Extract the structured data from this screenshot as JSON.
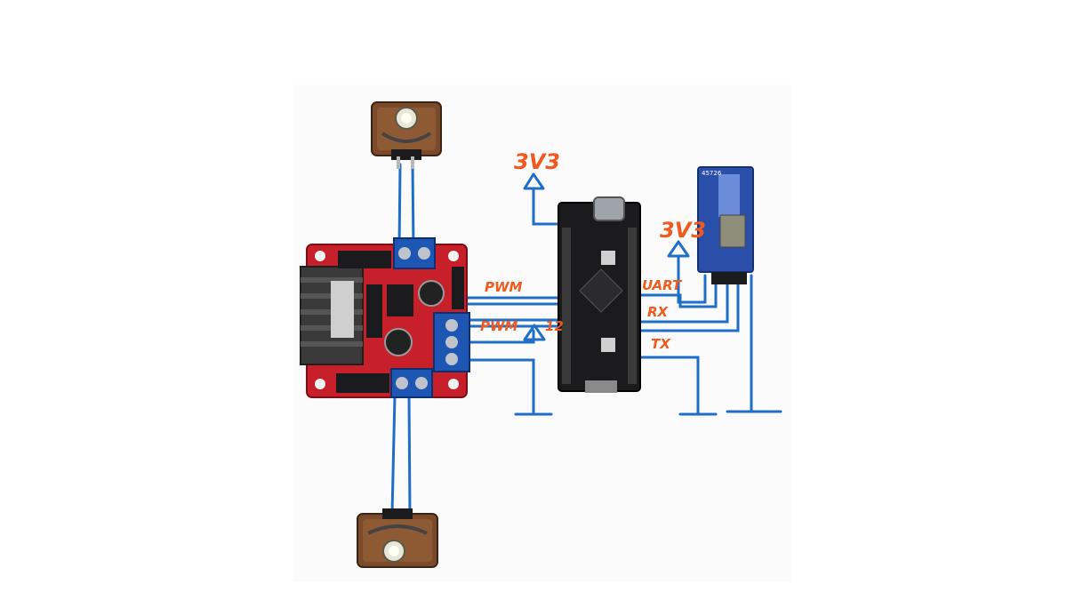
{
  "colors": {
    "wire": "#1f6fc9",
    "label": "#f05a1e",
    "pcb_red": "#c8202a",
    "pcb_black": "#1b1b1d",
    "pcb_blue": "#2a4fa8",
    "led_pcb": "#7a4a2a",
    "terminal_blue": "#1e56b4",
    "heatsink": "#3a3a3a"
  },
  "labels": {
    "vcc_mcu": "3V3",
    "vcc_module": "3V3",
    "pwm_a": "PWM",
    "pwm_b": "PWM",
    "uart": "UART",
    "rx": "RX",
    "tx": "TX",
    "i2c_fragment": "12",
    "module_text": "45726"
  },
  "icons": {
    "power": "power-arrow-icon",
    "ground": "ground-symbol-icon"
  }
}
